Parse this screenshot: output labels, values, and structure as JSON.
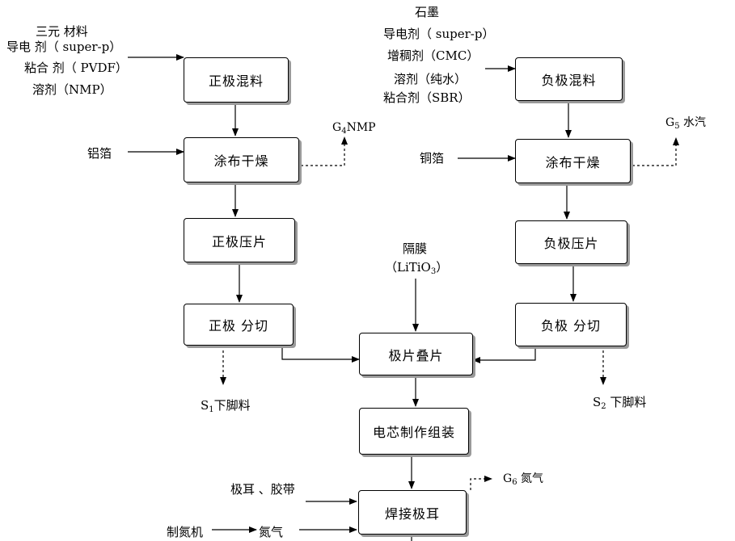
{
  "nodes": {
    "pos_mix": "正极混料",
    "pos_coat": "涂布干燥",
    "pos_press": "正极压片",
    "pos_cut": "正极 分切",
    "neg_mix": "负极混料",
    "neg_coat": "涂布干燥",
    "neg_press": "负极压片",
    "neg_cut": "负极 分切",
    "stack": "极片叠片",
    "assemble": "电芯制作组装",
    "weld": "焊接极耳"
  },
  "inputs": {
    "pos_materials": [
      "三元 材料",
      "导电 剂（ super-p）",
      "粘合 剂（ PVDF）",
      "溶剂（NMP）"
    ],
    "neg_materials": [
      "石墨",
      "导电剂（ super-p）",
      "增稠剂（CMC）",
      "溶剂（纯水）",
      "粘合剂（SBR）"
    ],
    "al_foil": "铝箔",
    "cu_foil": "铜箔",
    "separator": "隔膜",
    "separator_formula_main": "（LiTiO",
    "separator_formula_sub": "3",
    "separator_formula_end": "）",
    "tabs": "极耳 、胶带",
    "nitrogen_machine": "制氮机",
    "nitrogen": "氮气"
  },
  "outputs": {
    "g4_letter": "G",
    "g4_sub": "4",
    "g4_text": "NMP",
    "g5_letter": "G",
    "g5_sub": "5",
    "g5_text": " 水汽",
    "g6_letter": "G",
    "g6_sub": "6",
    "g6_text": " 氮气",
    "s1_letter": "S",
    "s1_sub": "1",
    "s1_text": "下脚料",
    "s2_letter": "S",
    "s2_sub": "2",
    "s2_text": " 下脚料"
  }
}
